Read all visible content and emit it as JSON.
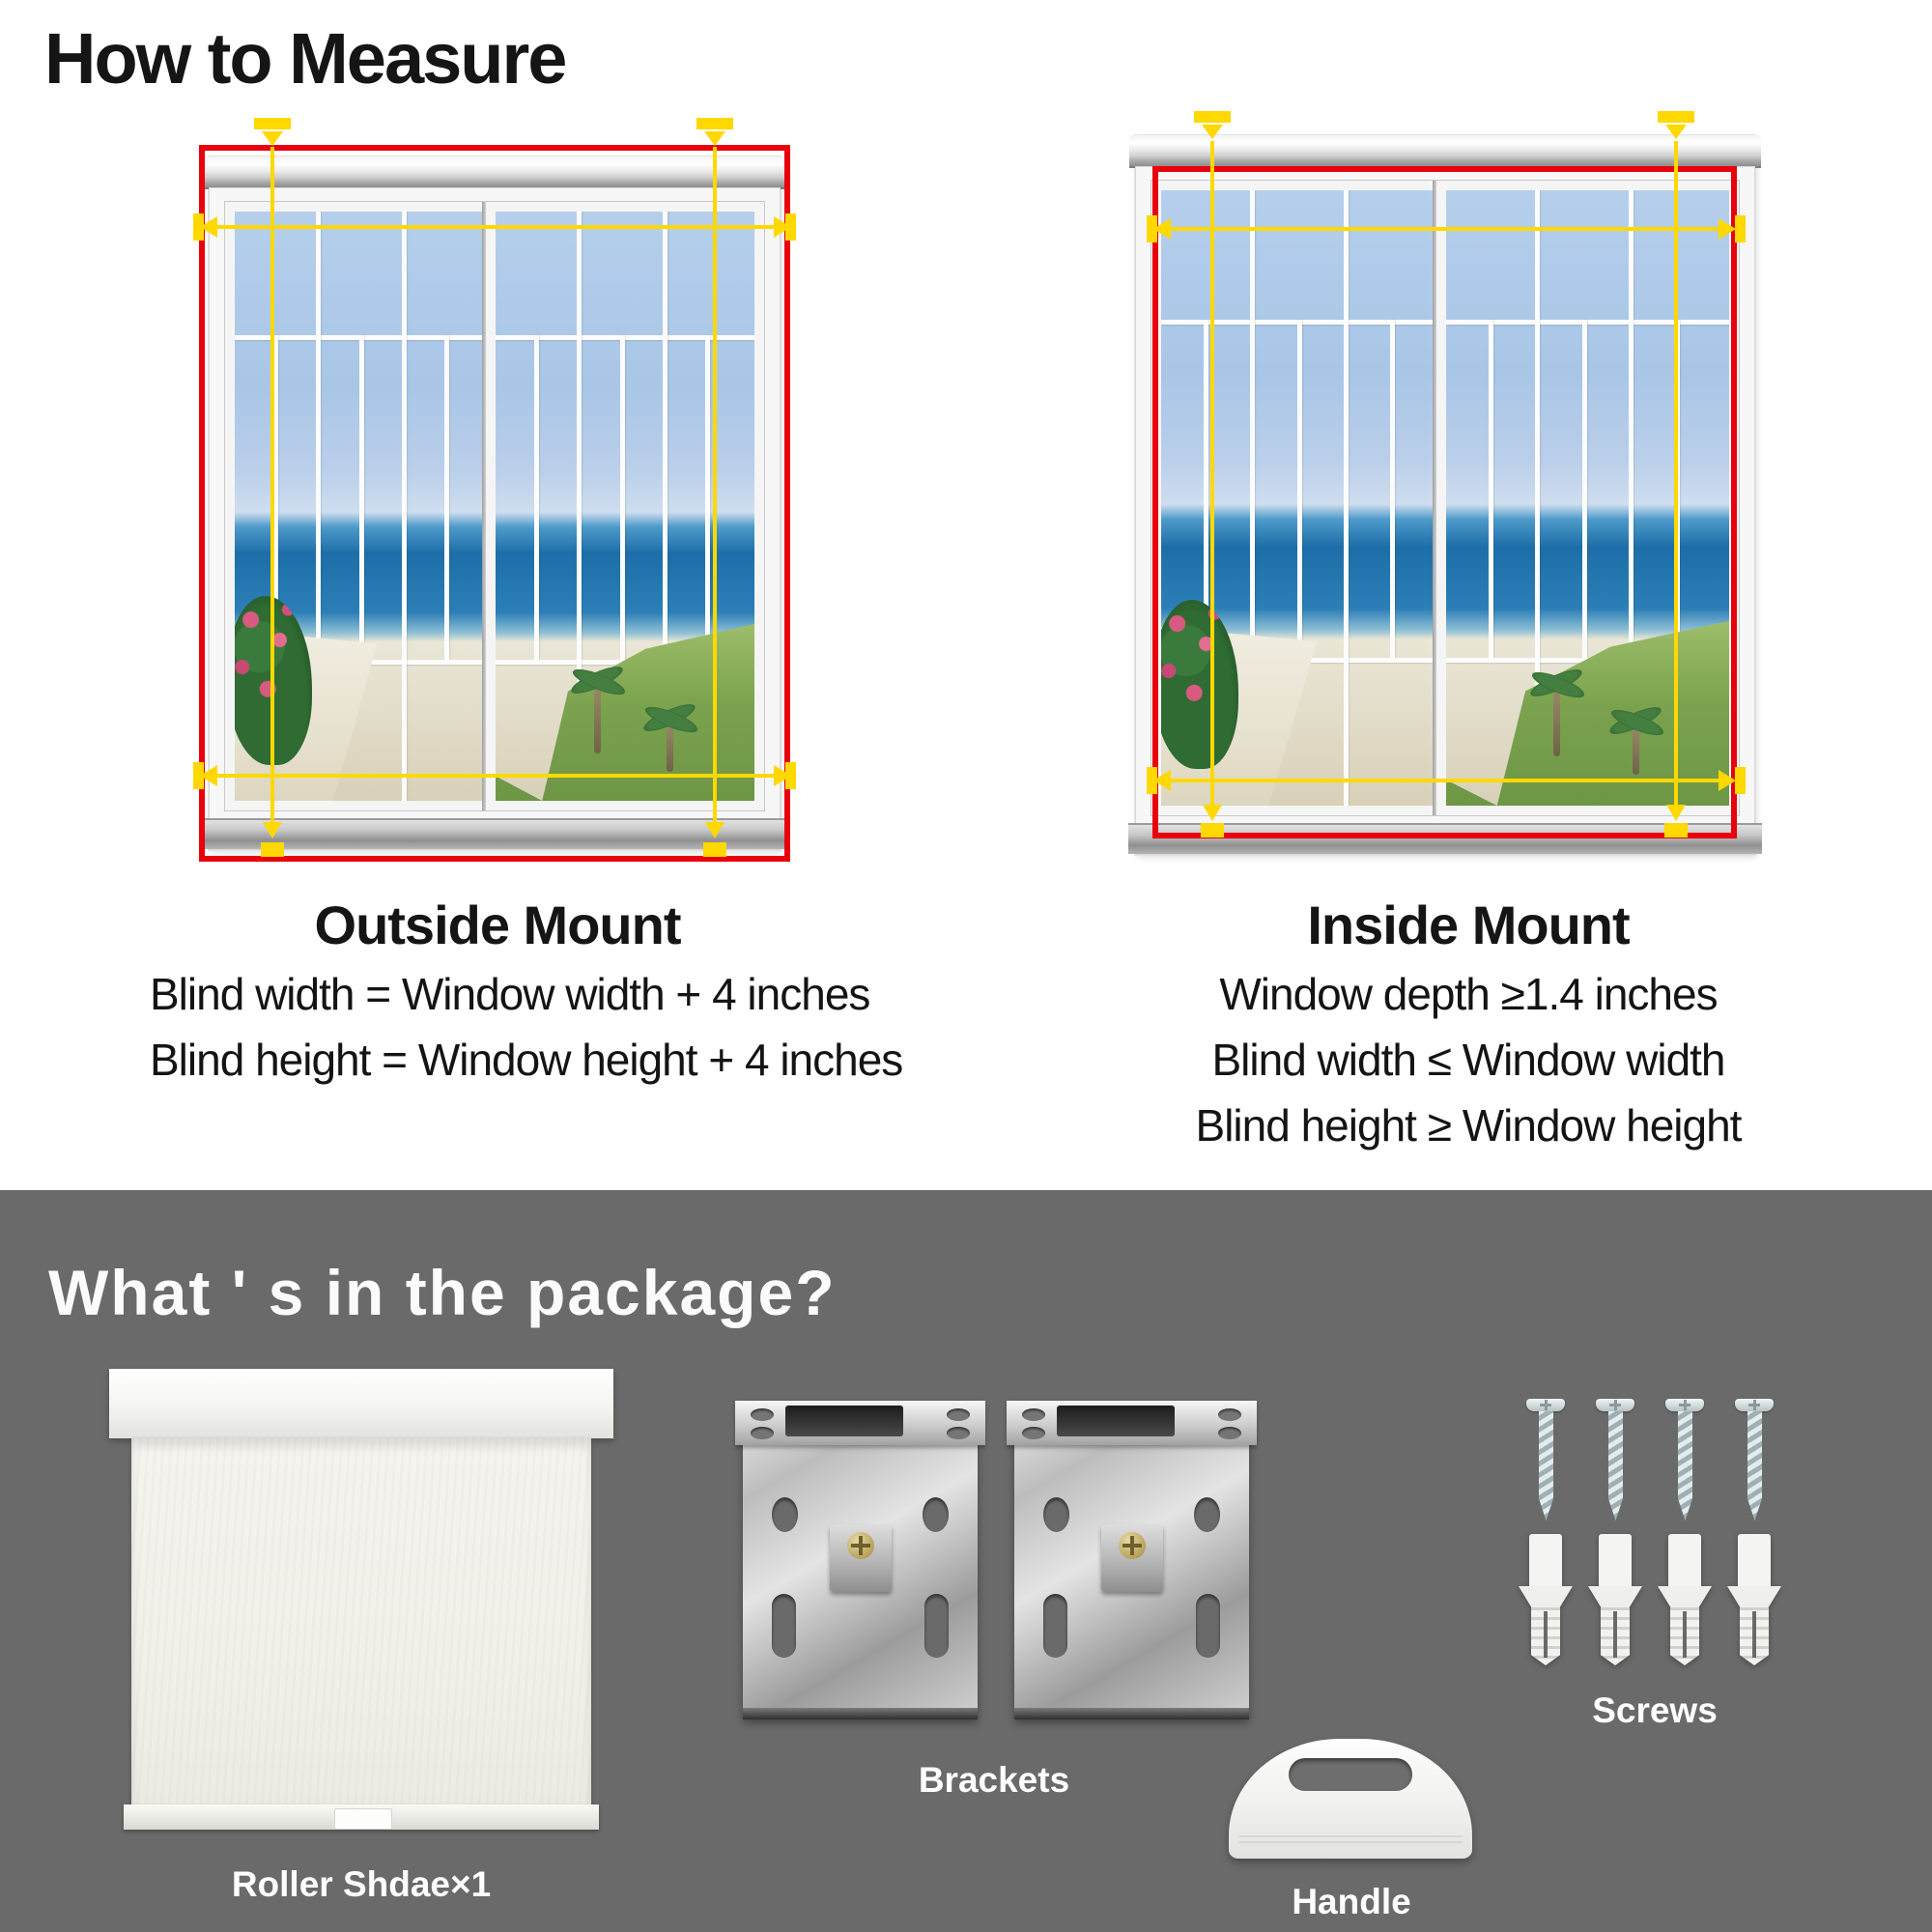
{
  "page": {
    "title": "How to Measure"
  },
  "measure": {
    "outside": {
      "heading": "Outside Mount",
      "lines": [
        "Blind width = Window width + 4 inches",
        "Blind height = Window height + 4 inches"
      ]
    },
    "inside": {
      "heading": "Inside Mount",
      "lines": [
        "Window depth ≥1.4 inches",
        "Blind width ≤ Window width",
        "Blind height ≥ Window height"
      ]
    }
  },
  "package": {
    "heading": "What ' s in the package?",
    "items": [
      {
        "label": "Roller Shdae×1"
      },
      {
        "label": "Brackets"
      },
      {
        "label": "Screws"
      },
      {
        "label": "Handle"
      }
    ]
  },
  "colors": {
    "annotation_red": "#e8000d",
    "annotation_yellow": "#ffd800",
    "section_gray": "#6a6a6a"
  }
}
